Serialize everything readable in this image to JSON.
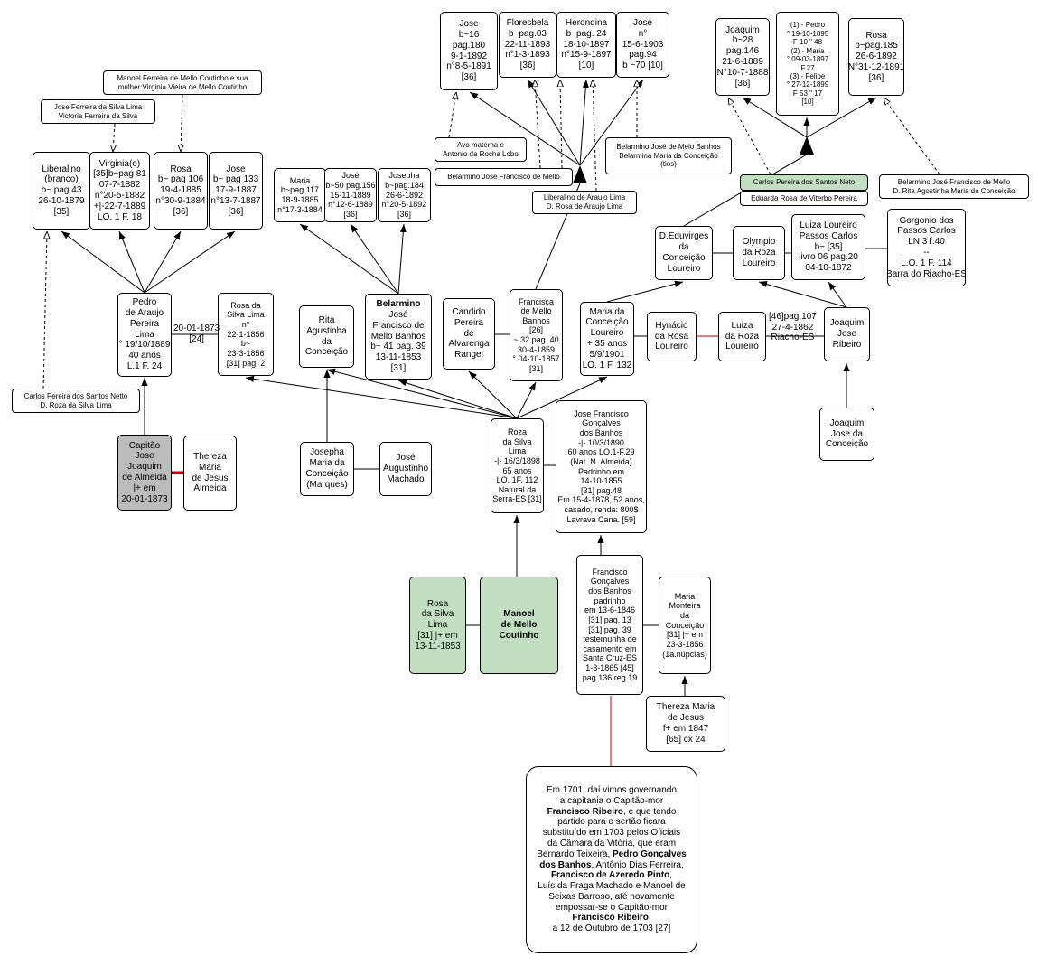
{
  "colors": {
    "highlight": "#c3dfc2",
    "gray_node": "#bcbcbc",
    "marriage_red": "#cc0000",
    "line": "#000000"
  },
  "nodes": {
    "jose_top": {
      "lines": [
        "Jose",
        "b~16",
        "pag.180",
        "9-1-1892",
        "n°8-5-1891",
        "[36]"
      ]
    },
    "floresbela": {
      "lines": [
        "Floresbela",
        "b~pag.03",
        "22-11-1893",
        "n°1-3-1893",
        "[36]"
      ]
    },
    "herondina": {
      "lines": [
        "Herondina",
        "b~pag. 24",
        "18-10-1897",
        "n°15-9-1897",
        "[10]"
      ]
    },
    "jose_n": {
      "lines": [
        "José",
        "n°",
        "15-6-1903",
        "pag.94",
        "b ~70 [10]"
      ]
    },
    "joaquim_top": {
      "lines": [
        "Joaquim",
        "b~28",
        "pag.146",
        "21-6-1889",
        "N°10-7-1888",
        "[36]"
      ]
    },
    "pedro_maria_felipe": {
      "lines": [
        "(1) - Pedro",
        "° 19-10-1895",
        "F 10 \" 48",
        "(2) - Maria",
        "° 09-03-1897",
        "F.27",
        "(3) - Felipe",
        "° 27-12-1899",
        "F 53 \" 17",
        "[10]"
      ]
    },
    "rosa_top": {
      "lines": [
        "Rosa",
        "b~pag.185",
        "26-6-1892",
        "N°31-12-1891",
        "[36]"
      ]
    },
    "liberalino": {
      "lines": [
        "Liberalino",
        "(branco)",
        "b~ pag 43",
        "26-10-1879",
        "[35]"
      ]
    },
    "virginia": {
      "lines": [
        "Virginia(o)",
        "[35]b~pag 81",
        "07-7-1882",
        "n°20-5-1882",
        "+|-22-7-1889",
        "LO. 1 F. 18"
      ]
    },
    "rosa_b106": {
      "lines": [
        "Rosa",
        "b~ pag 106",
        "19-4-1885",
        "n°30-9-1884",
        "[36]"
      ]
    },
    "jose_b133": {
      "lines": [
        "Jose",
        "b~ pag 133",
        "17-9-1887",
        "n°13-7-1887",
        "[36]"
      ]
    },
    "maria_b117": {
      "lines": [
        "Maria",
        "b~pag.117",
        "18-9-1885",
        "n°17-3-1884"
      ]
    },
    "jose_b50": {
      "lines": [
        "José",
        "b~50 pag.156",
        "15-11-1889",
        "n°12-6-1889",
        "[36]"
      ]
    },
    "josepha_b184": {
      "lines": [
        "Josepha",
        "b~pag.184",
        "26-6-1892",
        "n°20-5-1892",
        "[36]"
      ]
    },
    "d_eduvirges": {
      "lines": [
        "D.Eduvirges",
        "da",
        "Conceição",
        "Loureiro"
      ]
    },
    "olympio": {
      "lines": [
        "Olympio",
        "da Roza",
        "Loureiro"
      ]
    },
    "luiza_passos": {
      "lines": [
        "Luiza Loureiro",
        "Passos Carlos",
        "b~ [35]",
        "livro 06 pag.20",
        "04-10-1872"
      ]
    },
    "gorgonio": {
      "lines": [
        "Gorgonio dos",
        "Passos Carlos",
        "LN.3  f.40",
        "--",
        "L.O. 1 F. 114",
        "Barra do Riacho-ES"
      ]
    },
    "pedro_araujo": {
      "lines": [
        "Pedro",
        "de Araujo",
        "Pereira",
        "Lima",
        "° 19/10/1889",
        "40 anos",
        "L.1 F. 24"
      ]
    },
    "rosa_silva_lima_top": {
      "lines": [
        "Rosa da",
        "Silva Lima",
        "n°",
        "22-1-1856",
        "b~",
        "23-3-1856",
        "[31] pag. 2"
      ]
    },
    "rita": {
      "lines": [
        "Rita",
        "Agustinha",
        "da",
        "Conceição"
      ]
    },
    "belarmino": {
      "lines": [
        "Belarmino",
        "José",
        "Francisco de",
        "Mello Banhos",
        "b~ 41 pag. 39",
        "13-11-1853",
        "[31]"
      ]
    },
    "candido": {
      "lines": [
        "Candido",
        "Pereira",
        "de",
        "Alvarenga",
        "Rangel"
      ]
    },
    "francisca": {
      "lines": [
        "Francisca",
        "de Mello",
        "Banhos",
        "[26]",
        "~ 32 pag. 40",
        "30-4-1859",
        "° 04-10-1857",
        "[31]"
      ]
    },
    "maria_conceicao_loureiro": {
      "lines": [
        "Maria da",
        "Conceição",
        "Loureiro",
        "+ 35 anos",
        "5/9/1901",
        "LO. 1 F. 132"
      ]
    },
    "hynacio": {
      "lines": [
        "Hynácio",
        "da Rosa",
        "Loureiro"
      ]
    },
    "luiza_roza": {
      "lines": [
        "Luiza",
        "da Roza",
        "Loureiro"
      ]
    },
    "joaquim_jose_ribeiro": {
      "lines": [
        "Joaquim",
        "Jose",
        "Ribeiro"
      ]
    },
    "capitao_jose": {
      "lines": [
        "Capitão",
        "Jose",
        "Joaquim",
        "de Almeida",
        "|+ em",
        "20-01-1873"
      ]
    },
    "thereza_almeida": {
      "lines": [
        "Thereza",
        "Maria",
        "de Jesus",
        "Almeida"
      ]
    },
    "josepha_marques": {
      "lines": [
        "Josepha",
        "Maria da",
        "Conceição",
        "(Marques)"
      ]
    },
    "jose_augustinho": {
      "lines": [
        "José",
        "Augustinho",
        "Machado"
      ]
    },
    "roza_silva_lima": {
      "lines": [
        "Roza",
        "da Silva",
        "Lima",
        "-|- 16/3/1898",
        "65 anos",
        "LO. 1F. 112",
        "Natural da",
        "Serra-ES [31]"
      ]
    },
    "jose_francisco": {
      "lines": [
        "Jose Francisco",
        "Gonçalves",
        "dos Banhos",
        "-|- 10/3/1890",
        "60 anos LO.1-F.29",
        "(Nat. N. Almeida)",
        "Padrinho em",
        "14-10-1855",
        "[31] pag.48",
        "Em 15-4-1878, 52 anos,",
        "casado, renda: 800$",
        "Lavrava Cana. [59]"
      ]
    },
    "joaquim_jose_conceicao": {
      "lines": [
        "Joaquim",
        "Jose da",
        "Conceição"
      ]
    },
    "rosa_silva_lima_green": {
      "lines": [
        "Rosa",
        "da Silva",
        "Lima",
        "[31]  |+ em",
        "13-11-1853"
      ]
    },
    "manoel": {
      "lines": [
        "Manoel",
        "de Mello",
        "Coutinho"
      ]
    },
    "francisco_goncalves": {
      "lines": [
        "Francisco",
        "Gonçalves",
        "dos Banhos",
        "padrinho",
        "em 13-6-1846",
        "[31] pag. 13",
        "[31] pag. 39",
        "testemunha de",
        "casamento em",
        "Santa Cruz-ES",
        "1-3-1865 [45]",
        "pag.136 reg 19"
      ]
    },
    "maria_monteira": {
      "lines": [
        "Maria",
        "Monteira",
        "da",
        "Conceição",
        "[31] |+ em",
        "23-3-1856",
        "(1a.núpcias)"
      ]
    },
    "thereza_jesus": {
      "lines": [
        "Thereza Maria",
        "de Jesus",
        "f+ em 1847",
        "[65] cx 24"
      ]
    }
  },
  "notes": {
    "manoel_virginia": {
      "lines": [
        "Manoel Ferreira de Mello Coutinho e sua",
        "mulher:Virginia Vieira de Mello Coutinho"
      ]
    },
    "jose_victoria": {
      "lines": [
        "Jose Ferreira da Silva Lima",
        "Victoria Ferreira da Silva"
      ]
    },
    "avo_materna": {
      "lines": [
        "Avo materna  e",
        "Antonio da Rocha Lobo"
      ]
    },
    "belarmino_jose_melo": {
      "lines": [
        "Belarmino José de Melo Banhos",
        "Belarmina Maria da Conceição",
        "(tios)"
      ]
    },
    "belarmino_jf_mello": {
      "lines": [
        "Belarmino José Francisco de Mello"
      ]
    },
    "liberalino_araujo": {
      "lines": [
        "Liberalino de Araujo Lima",
        "D. Rosa de Araujo Lima"
      ]
    },
    "carlos_pereira_neto": {
      "lines": [
        "Carlos Pereira dos Santos Neto"
      ]
    },
    "eduarda": {
      "lines": [
        "Eduarda Rosa de Viterbo Pereira"
      ]
    },
    "belarmino_jf_mello2": {
      "lines": [
        "Belarmino José Francisco de Mello",
        "D. Rita Agostinha Maria da Conceição"
      ]
    },
    "carlos_netto": {
      "lines": [
        "Carlos Pereira dos Santos Netto",
        "D. Roza da Silva Lima"
      ]
    }
  },
  "marriage_labels": {
    "pedro_rosa": [
      "20-01-1873",
      "[24]"
    ],
    "luiza_joaquim": [
      "[46]pag.107",
      "27-4-1862",
      "Riacho-ES"
    ]
  },
  "info_box": {
    "segments": [
      {
        "t": "Em 1701, daí vimos governando",
        "b": false,
        "br": true
      },
      {
        "t": "a capitania o Capitão-mor",
        "b": false,
        "br": true
      },
      {
        "t": "Francisco Ribeiro",
        "b": true
      },
      {
        "t": ", e que tendo",
        "b": false,
        "br": true
      },
      {
        "t": "partido para o sertão ficara",
        "b": false,
        "br": true
      },
      {
        "t": "substituído em 1703 pelos Oficiais",
        "b": false,
        "br": true
      },
      {
        "t": "da Câmara da Vitória, que eram",
        "b": false,
        "br": true
      },
      {
        "t": "Bernardo Teixeira, ",
        "b": false
      },
      {
        "t": "Pedro Gonçalves",
        "b": true,
        "br": true
      },
      {
        "t": "dos Banhos",
        "b": true
      },
      {
        "t": ", Antônio Dias Ferreira,",
        "b": false,
        "br": true
      },
      {
        "t": "Francisco de Azeredo Pinto",
        "b": true
      },
      {
        "t": ",",
        "b": false,
        "br": true
      },
      {
        "t": "Luís da Fraga Machado e Manoel de",
        "b": false,
        "br": true
      },
      {
        "t": "Seixas Barroso, até novamente",
        "b": false,
        "br": true
      },
      {
        "t": "empossar-se o Capitão-mor",
        "b": false,
        "br": true
      },
      {
        "t": "Francisco Ribeiro",
        "b": true
      },
      {
        "t": ",",
        "b": false,
        "br": true
      },
      {
        "t": "a 12 de Outubro de 1703  [27]",
        "b": false
      }
    ]
  }
}
